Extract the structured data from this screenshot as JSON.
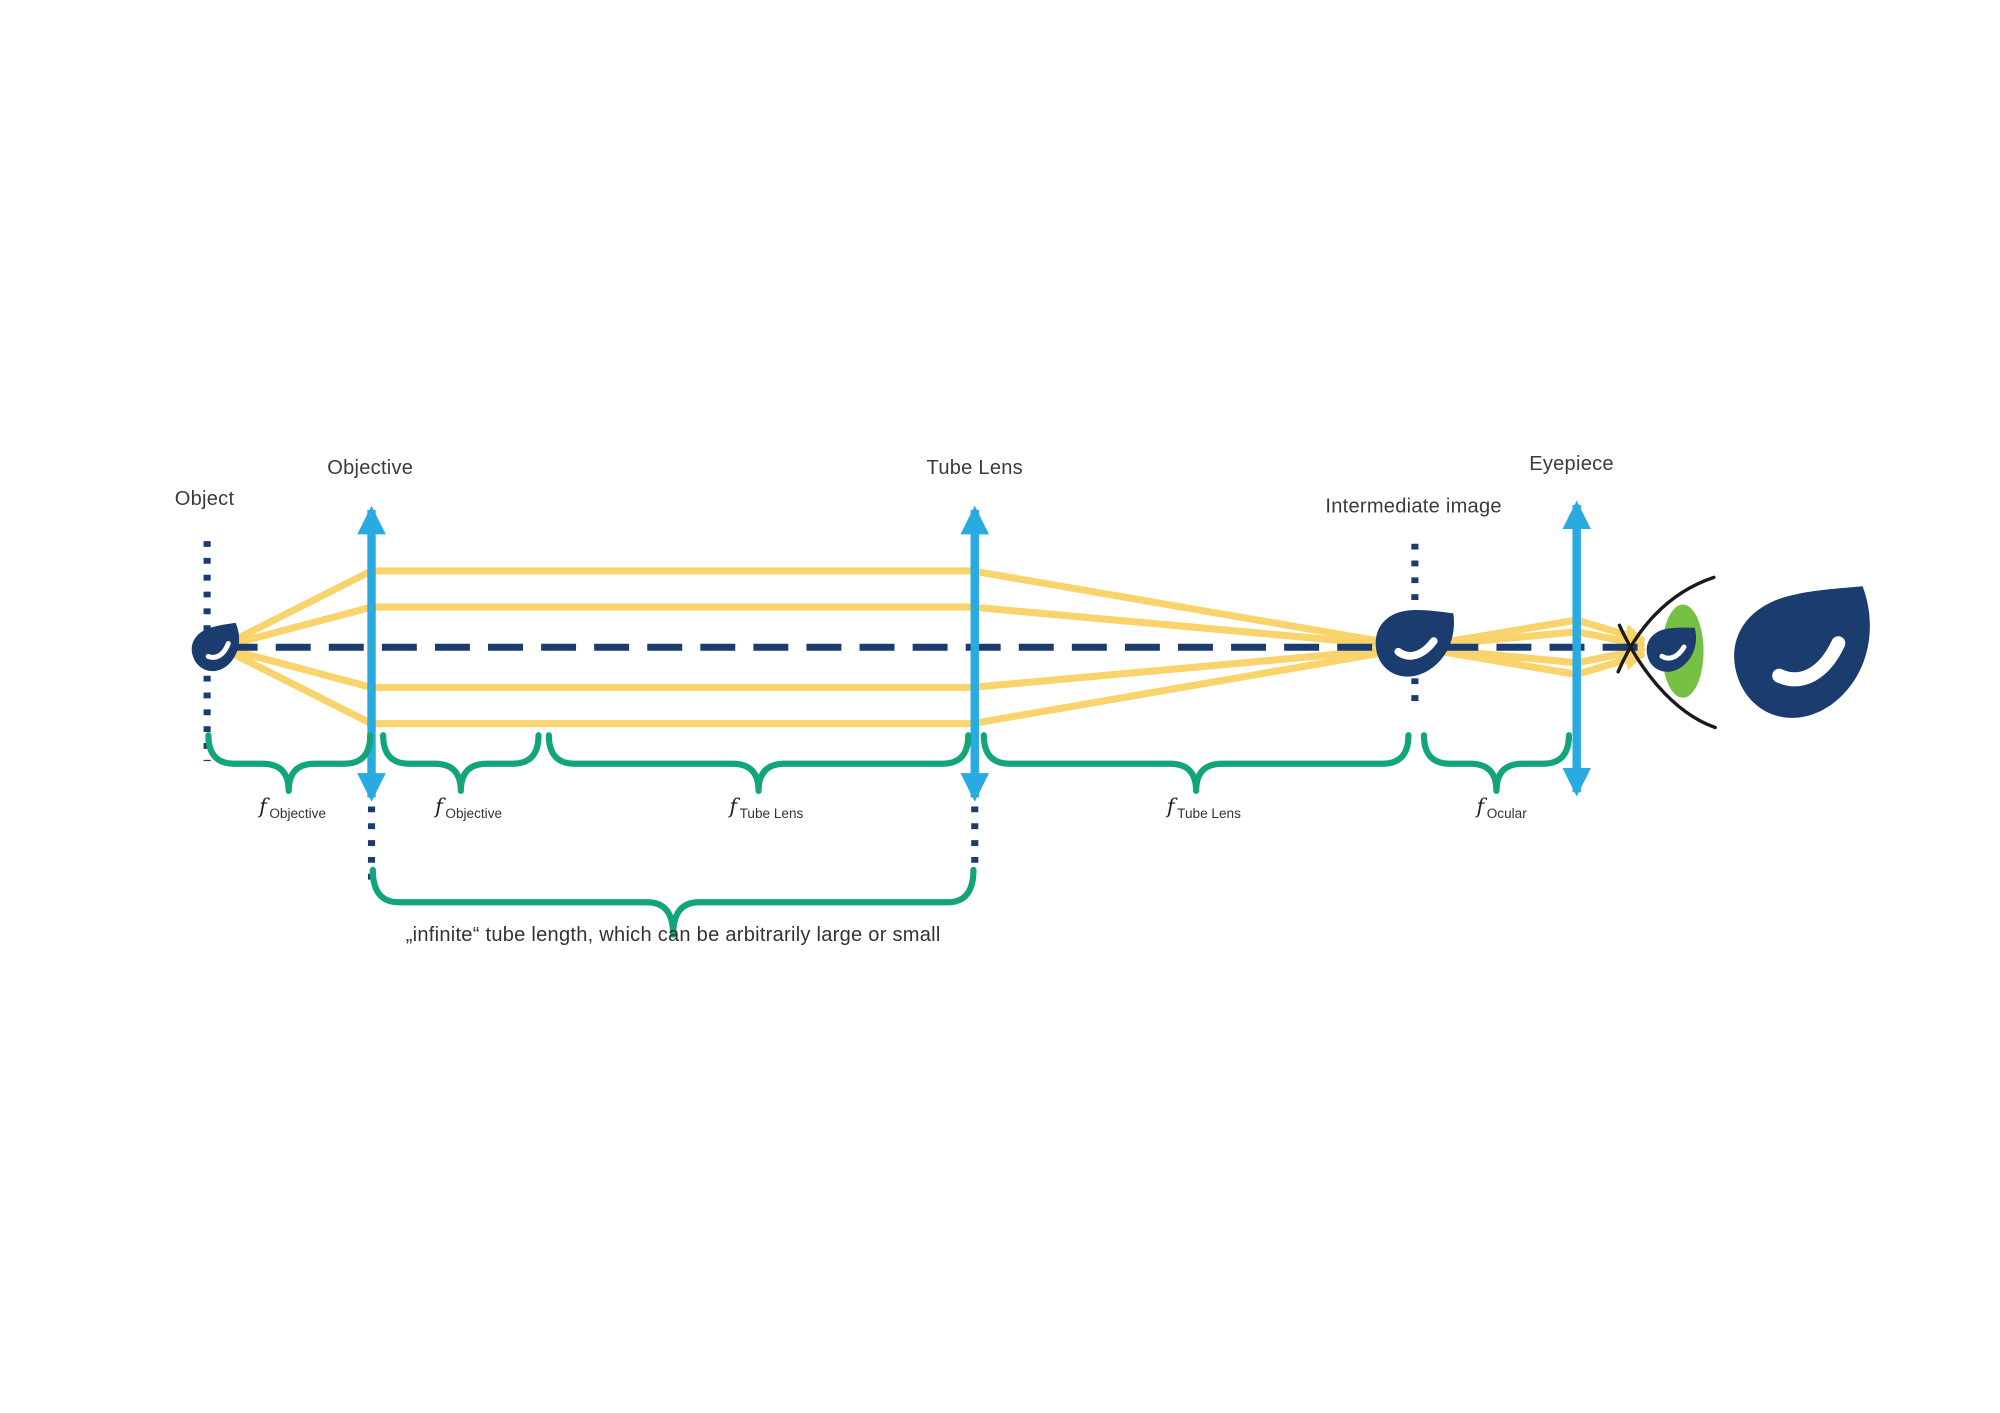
{
  "diagram": {
    "labels": {
      "object": "Object",
      "objective": "Objective",
      "tube_lens": "Tube Lens",
      "intermediate_image": "Intermediate image",
      "eyepiece": "Eyepiece"
    },
    "focal_labels": [
      {
        "symbol": "f",
        "subscript": "Objective"
      },
      {
        "symbol": "f",
        "subscript": "Objective"
      },
      {
        "symbol": "f",
        "subscript": "Tube Lens"
      },
      {
        "symbol": "f",
        "subscript": "Tube Lens"
      },
      {
        "symbol": "f",
        "subscript": "Ocular"
      }
    ],
    "caption": "„infinite“ tube length, which can be arbitrarily large or small",
    "icons": {
      "object_marker": "leaf-icon",
      "intermediate_image_marker": "leaf-icon",
      "viewer": "eye-icon",
      "brand_mark": "leaf-icon",
      "lenses": "double-arrow-lens-icon"
    },
    "colors": {
      "axis_navy": "#1a3c6f",
      "lens_cyan": "#29abe2",
      "ray_yellow": "#f9d36b",
      "brace_green": "#12a57b",
      "iris_green": "#76c043"
    }
  }
}
